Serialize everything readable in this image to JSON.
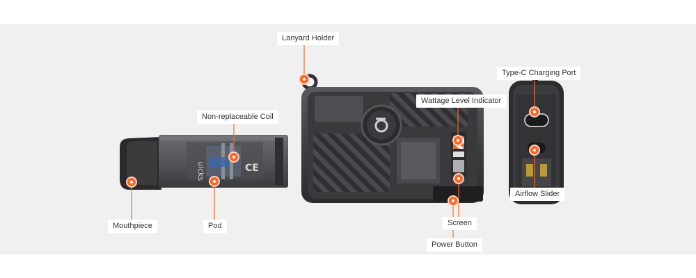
{
  "colors": {
    "background": "#f0f0f0",
    "accent": "#f26a2e",
    "device_body": "#3a3a3c",
    "device_dark": "#222224",
    "label_bg": "#ffffff"
  },
  "labels": {
    "lanyard_holder": "Lanyard Holder",
    "type_c_charging_port": "Type-C Charging Port",
    "wattage_level_indicator": "Wattage Level Indicator",
    "non_replaceable_coil": "Non-replaceable Coil",
    "mouthpiece": "Mouthpiece",
    "pod": "Pod",
    "screen": "Screen",
    "power_button": "Power Button",
    "airflow_slider": "Airflow Slider"
  },
  "icons": [
    "hotspot-icon",
    "device-logo-icon",
    "ce-mark-icon"
  ]
}
